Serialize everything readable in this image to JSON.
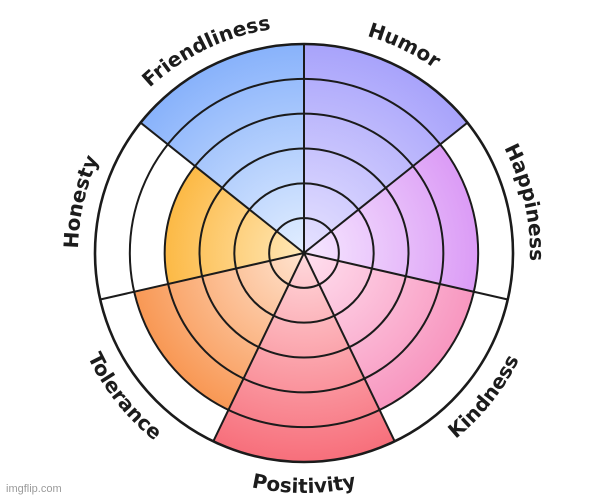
{
  "wheel": {
    "rings": 6,
    "segments": [
      {
        "label": "Humor",
        "value": 6,
        "color_inner": "#e6e2ff",
        "color_outer": "#a8a3fb"
      },
      {
        "label": "Happiness",
        "value": 5,
        "color_inner": "#f6e8ff",
        "color_outer": "#d68cf4"
      },
      {
        "label": "Kindness",
        "value": 5,
        "color_inner": "#ffe0ef",
        "color_outer": "#f688b6"
      },
      {
        "label": "Positivity",
        "value": 6,
        "color_inner": "#ffd9dd",
        "color_outer": "#f76f7b"
      },
      {
        "label": "Tolerance",
        "value": 5,
        "color_inner": "#ffe3cf",
        "color_outer": "#f7893c"
      },
      {
        "label": "Honesty",
        "value": 4,
        "color_inner": "#ffe8b8",
        "color_outer": "#fba20c"
      },
      {
        "label": "Friendliness",
        "value": 6,
        "color_inner": "#e2eeff",
        "color_outer": "#88b2fb"
      }
    ]
  },
  "watermark": "imgflip.com"
}
